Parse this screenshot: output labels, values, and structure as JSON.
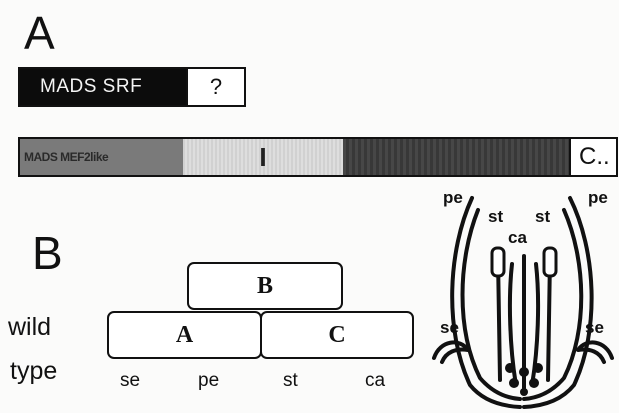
{
  "panel_a": {
    "label": "A",
    "srf_bar": {
      "mads_label": "MADS SRF",
      "unknown_label": "?"
    },
    "mef_bar": {
      "mads_label": "MADS MEF2like",
      "i_label": "I",
      "c_label": "C.."
    }
  },
  "panel_b": {
    "label": "B",
    "genotype_line1": "wild",
    "genotype_line2": "type",
    "boxes": {
      "a": "A",
      "b": "B",
      "c": "C"
    },
    "whorls": [
      "se",
      "pe",
      "st",
      "ca"
    ]
  },
  "flower": {
    "labels": {
      "pe_left": "pe",
      "pe_right": "pe",
      "st_left": "st",
      "st_right": "st",
      "ca": "ca",
      "se_left": "se",
      "se_right": "se"
    }
  }
}
